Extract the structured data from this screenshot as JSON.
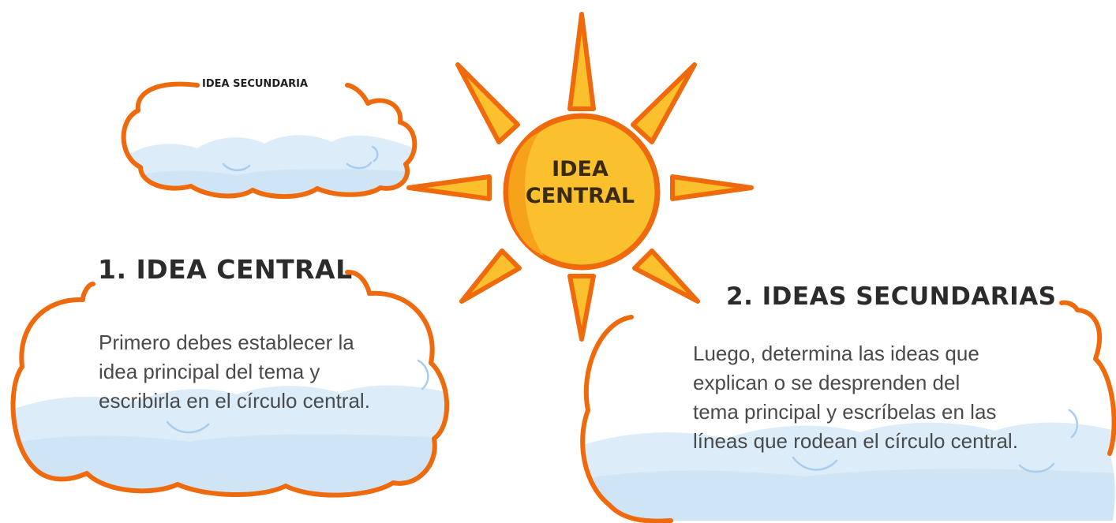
{
  "sun": {
    "label_line1": "IDEA",
    "label_line2": "CENTRAL"
  },
  "small_cloud": {
    "label": "IDEA SECUNDARIA"
  },
  "step1": {
    "title": "1.  IDEA CENTRAL",
    "line1": "Primero debes establecer la",
    "line2": "idea principal del tema y",
    "line3": "escribirla en el círculo central."
  },
  "step2": {
    "title": "2.  IDEAS SECUNDARIAS",
    "line1": "Luego, determina las ideas que",
    "line2": "explican o se desprenden del",
    "line3": "tema principal y escríbelas en las",
    "line4": "líneas que rodean el círculo central."
  },
  "colors": {
    "outline": "#ee6a0c",
    "sun_fill": "#fbc02d",
    "sun_inner": "#f7a21b",
    "cloud_fill": "#dcecf8",
    "cloud_swirl": "#a9cdee"
  }
}
